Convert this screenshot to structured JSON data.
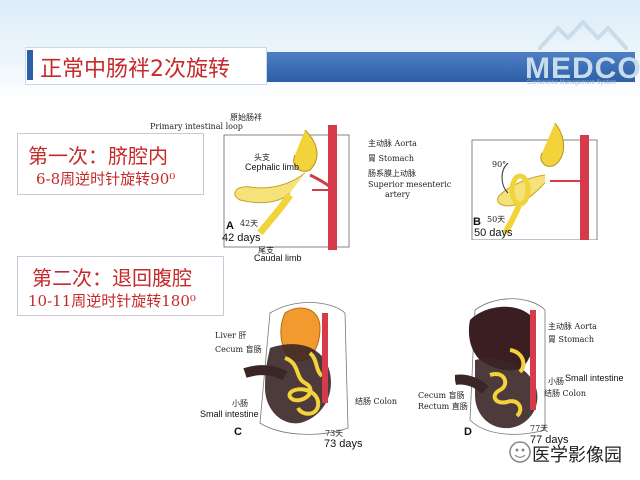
{
  "header": {
    "title": "正常中肠袢2次旋转",
    "logo_text": "MEDCON",
    "logo_subtitle": "Conference Management System"
  },
  "notes": [
    {
      "line1": "第一次：脐腔内",
      "line2": "6-8周逆时针旋转90⁰"
    },
    {
      "line1": "第二次：退回腹腔",
      "line2": "10-11周逆时针旋转180⁰"
    }
  ],
  "panel_a": {
    "letter": "A",
    "days_cn": "42天",
    "days_en": "42 days",
    "labels": {
      "loop_cn": "原始肠袢",
      "loop_en": "Primary intestinal loop",
      "cephalic_cn": "头支",
      "cephalic_en": "Cephalic limb",
      "caudal_cn": "尾支",
      "caudal_en": "Caudal limb",
      "aorta": "主动脉 Aorta",
      "stomach": "胃 Stomach",
      "sma_cn": "肠系膜上动脉",
      "sma_en1": "Superior mesenteric",
      "sma_en2": "artery"
    }
  },
  "panel_b": {
    "letter": "B",
    "angle": "90°",
    "days_cn": "50天",
    "days_en": "50 days"
  },
  "panel_c": {
    "letter": "C",
    "days_cn": "73天",
    "days_en": "73 days",
    "labels": {
      "liver": "Liver 肝",
      "cecum": "Cecum 盲肠",
      "small_cn": "小肠",
      "small_en": "Small intestine",
      "colon": "结肠 Colon"
    }
  },
  "panel_d": {
    "letter": "D",
    "days_cn": "77天",
    "days_en": "77 days",
    "labels": {
      "aorta": "主动脉 Aorta",
      "stomach": "胃 Stomach",
      "small_cn": "小肠",
      "small_en": "Small intestine",
      "cecum": "Cecum 盲肠",
      "rectum": "Rectum 直肠",
      "colon": "结肠 Colon"
    }
  },
  "watermark": {
    "text": "医学影像园"
  },
  "colors": {
    "title_red": "#c62a2a",
    "header_blue": "#2d5fa8",
    "intestine_yellow": "#f2d33a",
    "liver_orange": "#f29a2e",
    "artery_red": "#d63b4a"
  }
}
